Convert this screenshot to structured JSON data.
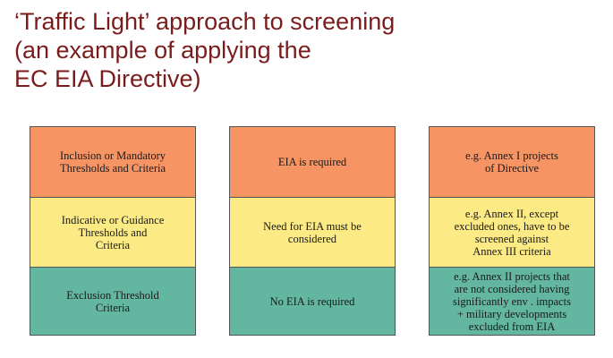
{
  "title": "‘Traffic Light’ approach to screening\n(an example of applying the\nEC EIA Directive)",
  "colors": {
    "title": "#7b1c1c",
    "red": "#f79464",
    "yellow": "#fcea85",
    "green": "#63b6a0"
  },
  "columns": [
    {
      "cells": [
        "Inclusion or Mandatory\nThresholds and Criteria",
        "Indicative or Guidance\nThresholds and\nCriteria",
        "Exclusion   Threshold\nCriteria"
      ]
    },
    {
      "cells": [
        "EIA is required",
        "Need for EIA  must be\nconsidered",
        "No EIA is required"
      ]
    },
    {
      "cells": [
        "e.g.  Annex I projects\nof Directive",
        "e.g.  Annex II, except\nexcluded ones, have to be\nscreened against\nAnnex III criteria",
        "e.g.  Annex II projects that\nare not considered having\nsignificantly env   . impacts\n+ military developments\nexcluded from EIA"
      ]
    }
  ]
}
